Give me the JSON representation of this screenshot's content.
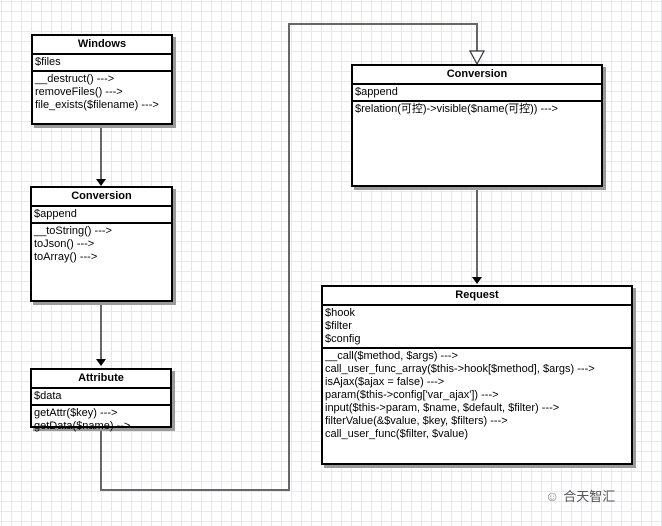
{
  "classes": {
    "windows": {
      "name": "Windows",
      "attributes": [
        "$files"
      ],
      "operations": [
        "__destruct() --->",
        "removeFiles() --->",
        "file_exists($filename) --->"
      ]
    },
    "conversion_left": {
      "name": "Conversion",
      "attributes": [
        "$append"
      ],
      "operations": [
        "__toString() --->",
        "toJson() --->",
        "toArray() --->"
      ]
    },
    "attribute": {
      "name": "Attribute",
      "attributes": [
        "$data"
      ],
      "operations": [
        "getAttr($key) --->",
        "getData($name) -->"
      ]
    },
    "conversion_right": {
      "name": "Conversion",
      "attributes": [
        "$append"
      ],
      "operations": [
        "$relation(可控)->visible($name(可控)) --->"
      ]
    },
    "request": {
      "name": "Request",
      "attributes": [
        "$hook",
        "$filter",
        "$config"
      ],
      "operations": [
        "__call($method, $args) --->",
        "call_user_func_array($this->hook[$method], $args) --->",
        "isAjax($ajax = false) --->",
        "param($this->config['var_ajax']) --->",
        "input($this->param, $name, $default, $filter) --->",
        "filterValue(&$value, $key, $filters) --->",
        "call_user_func($filter, $value)"
      ]
    }
  },
  "edges": [
    {
      "from": "Windows",
      "to": "Conversion",
      "arrow": "filled"
    },
    {
      "from": "Conversion",
      "to": "Attribute",
      "arrow": "filled"
    },
    {
      "from": "Attribute",
      "to": "Conversion",
      "arrow": "hollow-triangle"
    },
    {
      "from": "Conversion",
      "to": "Request",
      "arrow": "filled"
    }
  ],
  "watermark": {
    "icon": "wechat-icon",
    "text": "合天智汇"
  }
}
